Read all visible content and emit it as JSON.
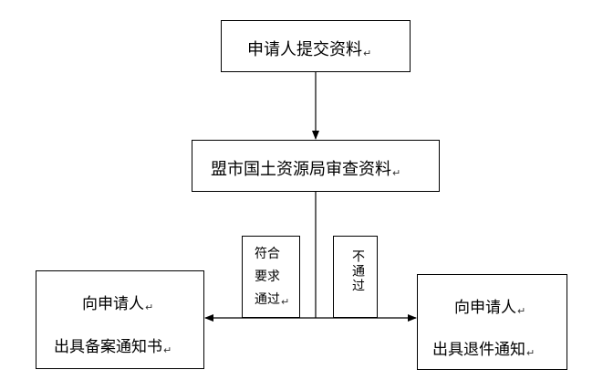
{
  "nodes": {
    "submit": "申请人提交资料",
    "review": "盟市国土资源局审查资料",
    "approve": {
      "line1": "向申请人",
      "line2": "出具备案通知书"
    },
    "reject": {
      "line1": "向申请人",
      "line2": "出具退件通知"
    }
  },
  "edge_labels": {
    "pass_line1": "符合",
    "pass_line2": "要求",
    "pass_line3": "通过",
    "fail": "不通过"
  }
}
